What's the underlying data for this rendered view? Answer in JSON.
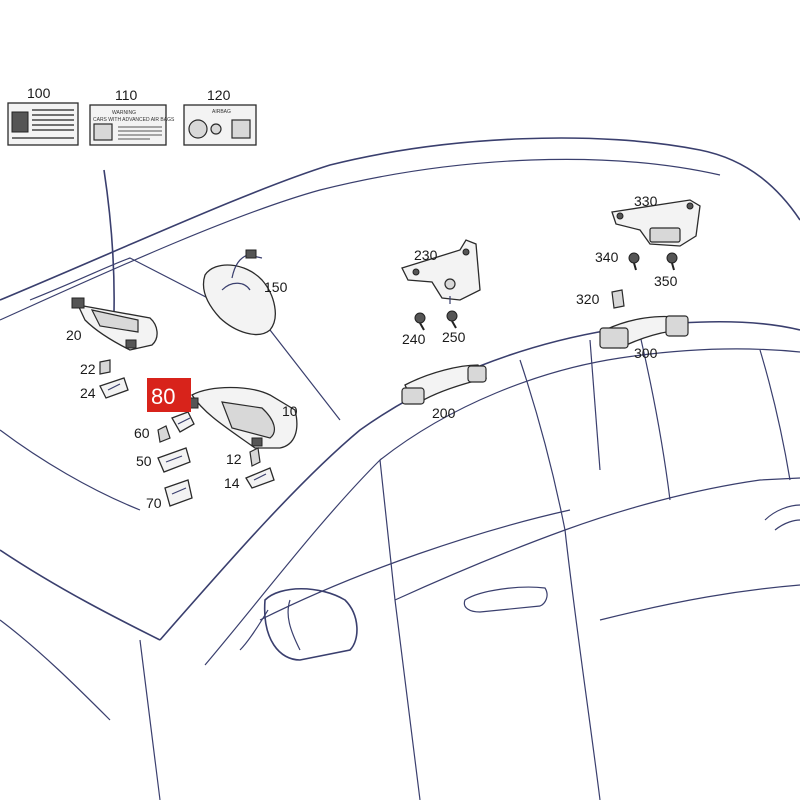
{
  "labels": {
    "p10": "10",
    "p12": "12",
    "p14": "14",
    "p20": "20",
    "p22": "22",
    "p24": "24",
    "p50": "50",
    "p60": "60",
    "p70": "70",
    "p80": "80",
    "p100": "100",
    "p110": "110",
    "p120": "120",
    "p150": "150",
    "p200": "200",
    "p230": "230",
    "p240": "240",
    "p250": "250",
    "p300": "300",
    "p320": "320",
    "p330": "330",
    "p340": "340",
    "p350": "350"
  },
  "sticker_text": {
    "warning": "WARNING",
    "warning_sub": "CARS WITH ADVANCED AIR BAGS",
    "airbag": "AIRBAG"
  },
  "highlight": {
    "part": "80",
    "color": "#d8231b"
  },
  "colors": {
    "line": "#3a3f6e",
    "part_stroke": "#2b2b2b"
  }
}
